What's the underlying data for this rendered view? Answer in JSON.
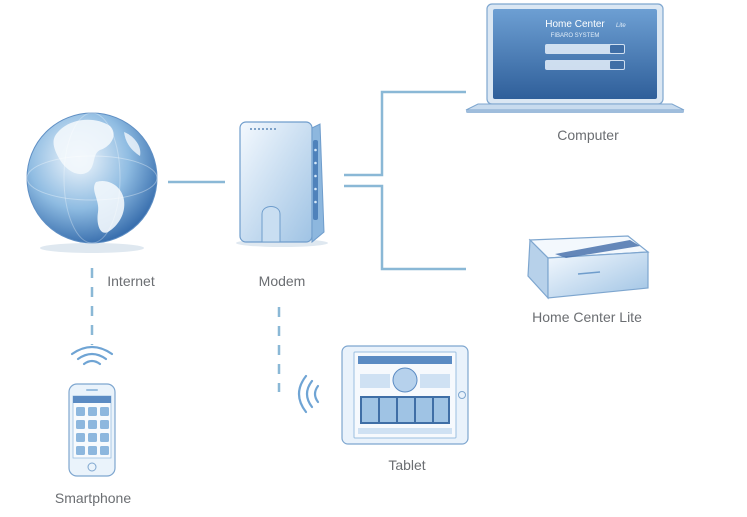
{
  "labels": {
    "internet": "Internet",
    "modem": "Modem",
    "computer": "Computer",
    "home_center_lite": "Home Center Lite",
    "tablet": "Tablet",
    "smartphone": "Smartphone"
  },
  "laptop_screen": {
    "title": "Home Center",
    "subtitle": "FIBARO SYSTEM",
    "badge": "Lite"
  },
  "colors": {
    "connector": "#8ab8d6",
    "device_light": "#e8f2fb",
    "device_mid": "#a9cbe8",
    "device_dark": "#3f74b0",
    "label": "#6b6e72"
  },
  "icons": {
    "globe": "globe-icon",
    "modem": "modem-icon",
    "laptop": "laptop-icon",
    "hub": "home-center-lite-icon",
    "tablet": "tablet-icon",
    "smartphone": "smartphone-icon",
    "wifi": "wifi-waves-icon"
  }
}
